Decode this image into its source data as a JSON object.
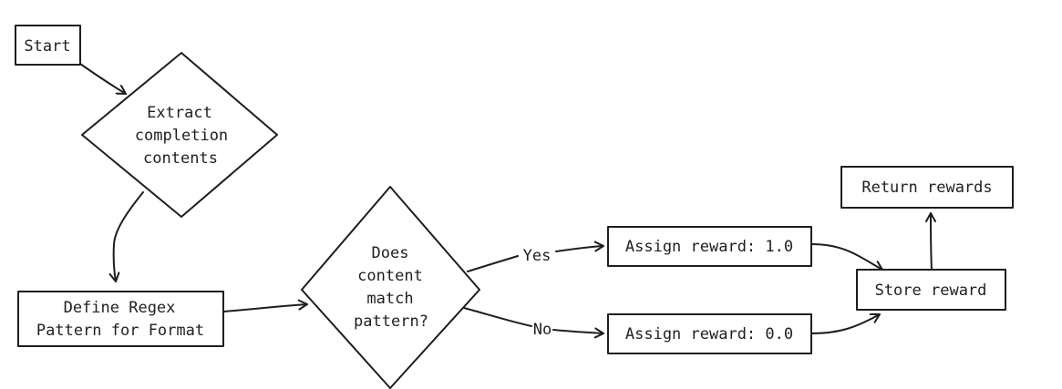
{
  "nodes": {
    "start": {
      "label": "Start",
      "color": "#ff6b6b"
    },
    "extract": {
      "line1": "Extract",
      "line2": "completion",
      "line3": "contents",
      "color": "#fcc45a"
    },
    "define_regex": {
      "line1": "Define Regex",
      "line2": "Pattern for Format",
      "color": "#fcc45a"
    },
    "decision": {
      "line1": "Does",
      "line2": "content",
      "line3": "match",
      "line4": "pattern?",
      "color": "#ffc1c5"
    },
    "assign_one": {
      "label": "Assign reward: 1.0",
      "color": "#b2f2a5"
    },
    "assign_zero": {
      "label": "Assign reward: 0.0",
      "color": "#ff6b6b"
    },
    "store": {
      "label": "Store reward",
      "color": "#aea8ff"
    },
    "return": {
      "label": "Return rewards",
      "color": "#fcc45a"
    }
  },
  "edges": {
    "yes_label": "Yes",
    "no_label": "No"
  }
}
